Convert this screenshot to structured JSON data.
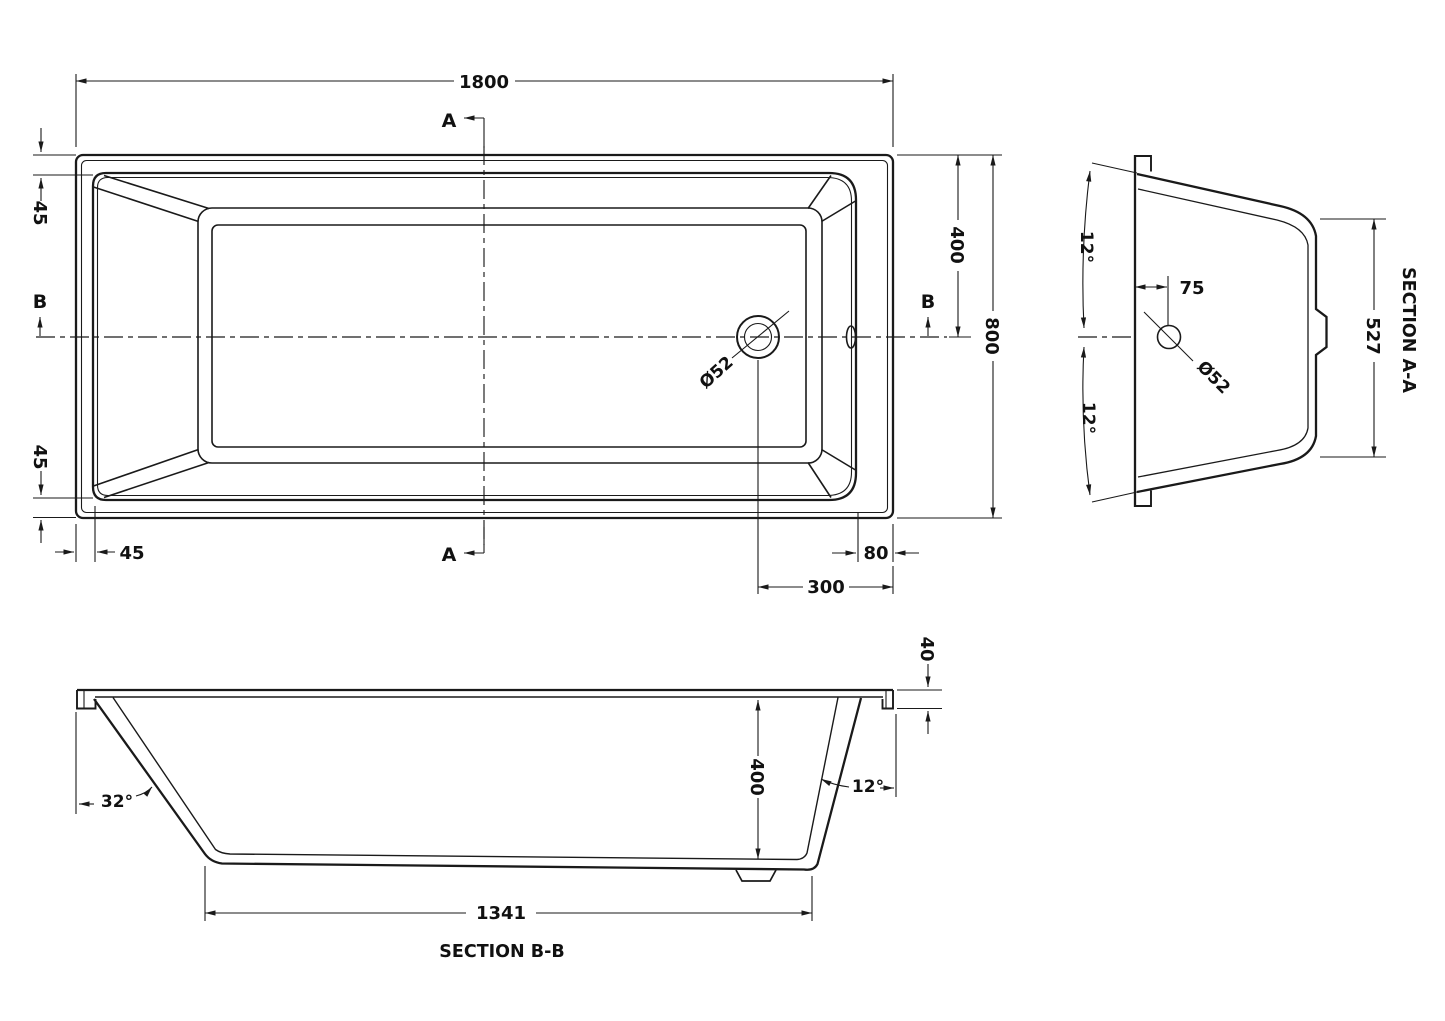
{
  "plan": {
    "length_label": "1800",
    "width": "800",
    "half_width": "400",
    "rim_side_top": "45",
    "rim_side_bottom": "45",
    "rim_head": "45",
    "rim_foot": "80",
    "drain_offset_end": "300",
    "drain_dia": "Ø52",
    "marker_a": "A",
    "marker_b": "B"
  },
  "section_aa": {
    "title": "SECTION A-A",
    "angle_top": "12°",
    "angle_bottom": "12°",
    "drain_offset": "75",
    "drain_dia": "Ø52",
    "floor_width": "527"
  },
  "section_bb": {
    "title": "SECTION B-B",
    "angle_head": "32°",
    "angle_foot": "12°",
    "depth": "400",
    "rim_edge_height": "40",
    "floor_length": "1341"
  }
}
